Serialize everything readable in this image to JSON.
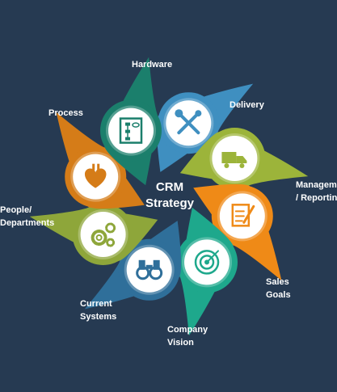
{
  "center": {
    "title": "CRM\nStrategy"
  },
  "items": [
    {
      "label": "Hardware",
      "color": "#3f8fc0",
      "icon": "wrench-screwdriver-icon"
    },
    {
      "label": "Delivery",
      "color": "#9cb43a",
      "icon": "truck-icon"
    },
    {
      "label": "Management\n/ Reporting",
      "color": "#ef8a17",
      "icon": "report-pen-icon"
    },
    {
      "label": "Sales\nGoals",
      "color": "#1ea88c",
      "icon": "target-icon"
    },
    {
      "label": "Company\nVision",
      "color": "#2f6f9a",
      "icon": "binoculars-icon"
    },
    {
      "label": "Current\nSystems",
      "color": "#8ea63a",
      "icon": "gears-icon"
    },
    {
      "label": "People/\nDepartments",
      "color": "#d57c18",
      "icon": "heart-organ-icon"
    },
    {
      "label": "Process",
      "color": "#1b7f6c",
      "icon": "flowchart-icon"
    }
  ]
}
